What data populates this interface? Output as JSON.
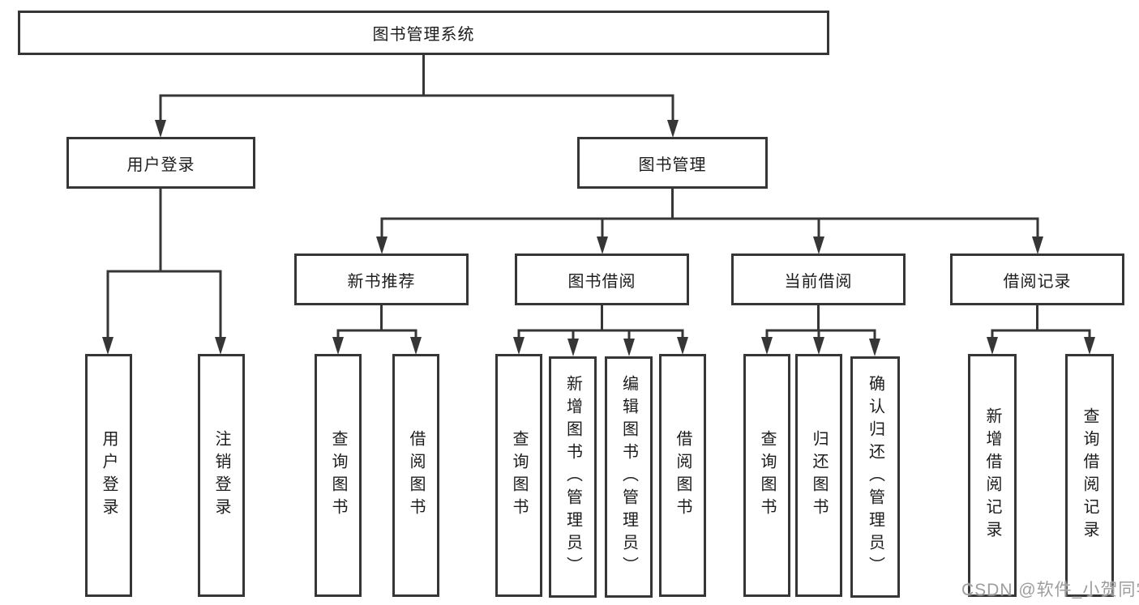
{
  "title_node": "图书管理系统",
  "level2": {
    "user_login": "用户登录",
    "book_mgmt": "图书管理"
  },
  "level3": {
    "new_books": "新书推荐",
    "borrow": "图书借阅",
    "current": "当前借阅",
    "records": "借阅记录"
  },
  "leaves": {
    "user_login": [
      "用户登录",
      "注销登录"
    ],
    "new_books": [
      "查询图书",
      "借阅图书"
    ],
    "borrow": [
      "查询图书",
      "新增图书（管理员）",
      "编辑图书（管理员）",
      "借阅图书"
    ],
    "current": [
      "查询图书",
      "归还图书",
      "确认归还（管理员）"
    ],
    "records": [
      "新增借阅记录",
      "查询借阅记录"
    ]
  },
  "watermark": "CSDN @软件_小贺同学",
  "colors": {
    "line": "#363636",
    "text": "#1c1c1c",
    "background": "#ffffff",
    "watermark": "#9d9d9d"
  }
}
